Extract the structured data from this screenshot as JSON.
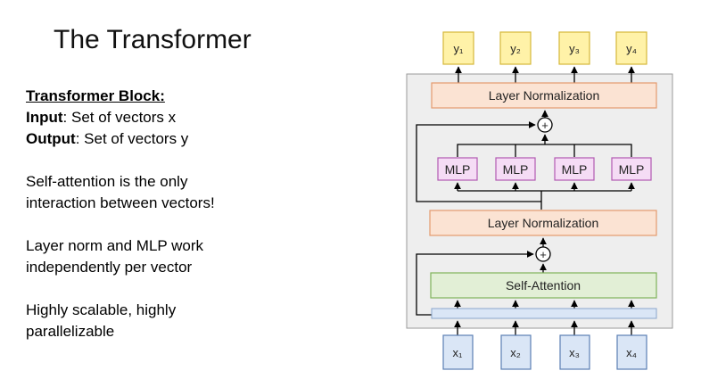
{
  "title": "The Transformer",
  "panel": {
    "heading": "Transformer Block:",
    "input_label": "Input",
    "input_text": ": Set of vectors x",
    "output_label": "Output",
    "output_text": ": Set of vectors y",
    "note1_line1": "Self-attention is the only",
    "note1_line2": "interaction between vectors!",
    "note2_line1": "Layer norm and MLP work",
    "note2_line2": "independently per vector",
    "note3_line1": "Highly scalable, highly",
    "note3_line2": "parallelizable"
  },
  "diagram": {
    "outputs": [
      "y₁",
      "y₂",
      "y₃",
      "y₄"
    ],
    "inputs": [
      "x₁",
      "x₂",
      "x₃",
      "x₄"
    ],
    "layer_norm_top": "Layer Normalization",
    "layer_norm_mid": "Layer Normalization",
    "self_attention": "Self-Attention",
    "mlp": [
      "MLP",
      "MLP",
      "MLP",
      "MLP"
    ],
    "plus": "+",
    "colors": {
      "output_fill": "#fff2a8",
      "output_stroke": "#d6b83a",
      "input_fill": "#dae6f6",
      "input_stroke": "#5b7fb5",
      "norm_fill": "#fbe3d3",
      "norm_stroke": "#e49a6e",
      "attn_fill": "#e2efd6",
      "attn_stroke": "#7fb35a",
      "mlp_fill": "#f5dcf5",
      "mlp_stroke": "#b25ab2",
      "block_fill": "#eeeeee",
      "block_stroke": "#9a9a9a"
    }
  }
}
